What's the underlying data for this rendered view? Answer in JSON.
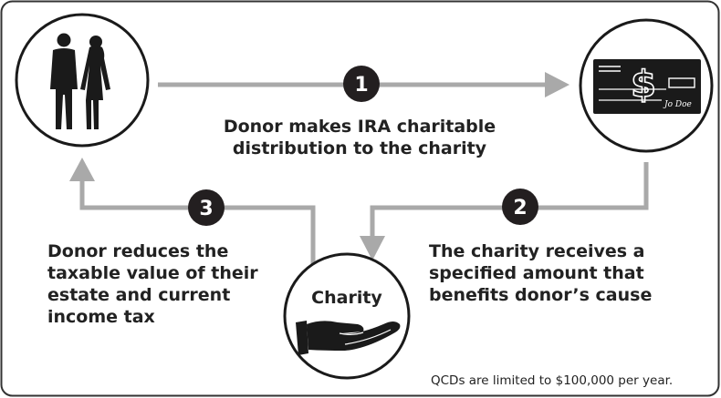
{
  "steps": [
    {
      "number": "1",
      "text": "Donor makes IRA charitable distribution to the charity"
    },
    {
      "number": "2",
      "text": "The charity receives a specified amount that benefits donor’s cause"
    },
    {
      "number": "3",
      "text": "Donor reduces the taxable value of their estate and current income tax"
    }
  ],
  "charity": {
    "label": "Charity"
  },
  "check": {
    "symbol": "$",
    "signature": "Jo Doe"
  },
  "footnote": "QCDs are limited to $100,000 per year.",
  "colors": {
    "arrow": "#a9a9a9",
    "badge": "#231f20",
    "text": "#222222",
    "icon": "#1a1a1a"
  }
}
